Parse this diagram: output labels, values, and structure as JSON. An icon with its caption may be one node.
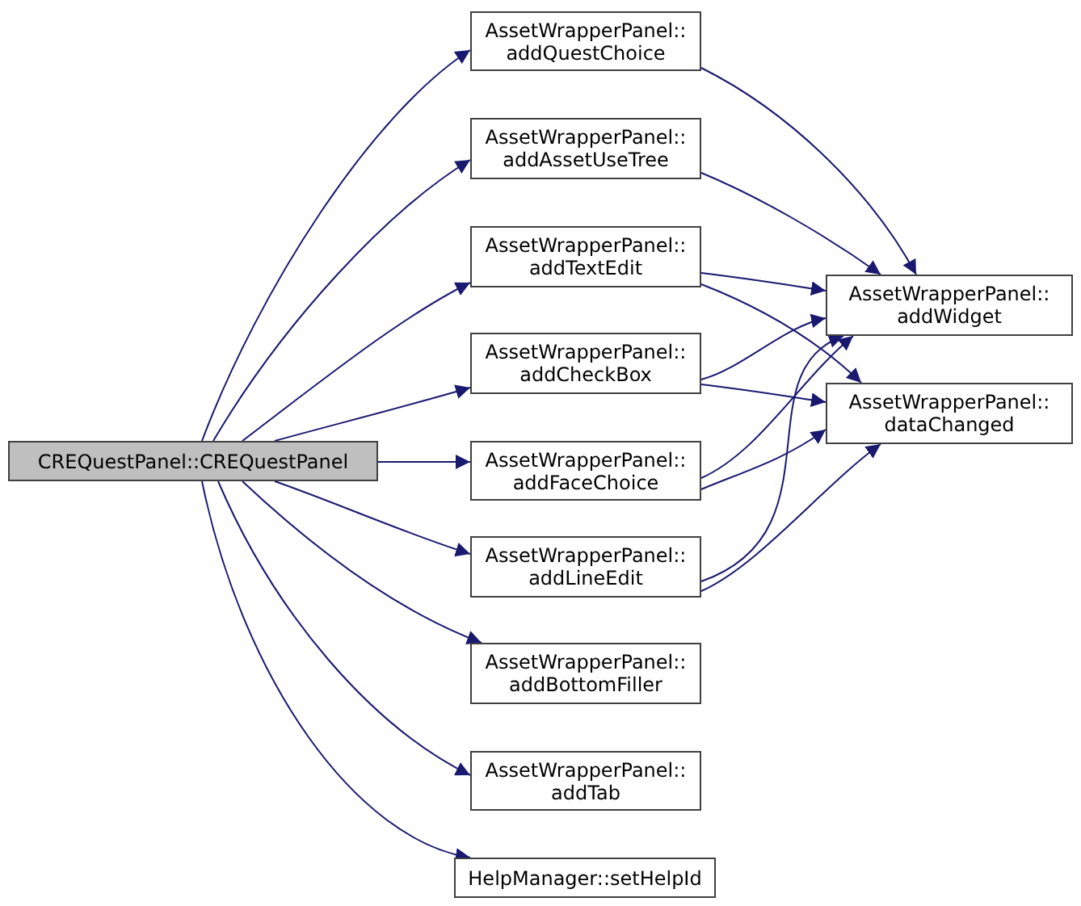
{
  "diagram": {
    "nodes": [
      {
        "text": [
          "CREQuestPanel::CREQuestPanel"
        ]
      },
      {
        "text": [
          "AssetWrapperPanel:: addQuestChoice"
        ]
      },
      {
        "text": [
          "AssetWrapperPanel:: addAssetUseTree"
        ]
      },
      {
        "text": [
          "AssetWrapperPanel:: addTextEdit"
        ]
      },
      {
        "text": [
          "AssetWrapperPanel:: addCheckBox"
        ]
      },
      {
        "text": [
          "AssetWrapperPanel:: addFaceChoice"
        ]
      },
      {
        "text": [
          "AssetWrapperPanel:: addLineEdit"
        ]
      },
      {
        "text": [
          "AssetWrapperPanel:: addBottomFiller"
        ]
      },
      {
        "text": [
          "AssetWrapperPanel:: addTab"
        ]
      },
      {
        "text": [
          "HelpManager::setHelpId"
        ]
      },
      {
        "text": [
          "AssetWrapperPanel:: addWidget"
        ]
      },
      {
        "text": [
          "AssetWrapperPanel:: dataChanged"
        ]
      }
    ],
    "edges": [
      {
        "from": 0,
        "to": 1,
        "arrow": "to"
      },
      {
        "from": 0,
        "to": 2,
        "arrow": "to"
      },
      {
        "from": 0,
        "to": 3,
        "arrow": "to"
      },
      {
        "from": 0,
        "to": 4,
        "arrow": "to"
      },
      {
        "from": 0,
        "to": 5,
        "arrow": "to"
      },
      {
        "from": 0,
        "to": 6,
        "arrow": "to"
      },
      {
        "from": 0,
        "to": 7,
        "arrow": "to"
      },
      {
        "from": 0,
        "to": 8,
        "arrow": "to"
      },
      {
        "from": 0,
        "to": 9,
        "arrow": "to"
      },
      {
        "from": 1,
        "to": 10,
        "arrow": "to"
      },
      {
        "from": 2,
        "to": 10,
        "arrow": "to"
      },
      {
        "from": 3,
        "to": 10,
        "arrow": "to"
      },
      {
        "from": 3,
        "to": 11,
        "arrow": "to"
      },
      {
        "from": 4,
        "to": 10,
        "arrow": "to"
      },
      {
        "from": 4,
        "to": 11,
        "arrow": "to"
      },
      {
        "from": 5,
        "to": 10,
        "arrow": "to"
      },
      {
        "from": 5,
        "to": 11,
        "arrow": "to"
      },
      {
        "from": 6,
        "to": 10,
        "arrow": "to"
      },
      {
        "from": 6,
        "to": 11,
        "arrow": "to"
      }
    ]
  }
}
